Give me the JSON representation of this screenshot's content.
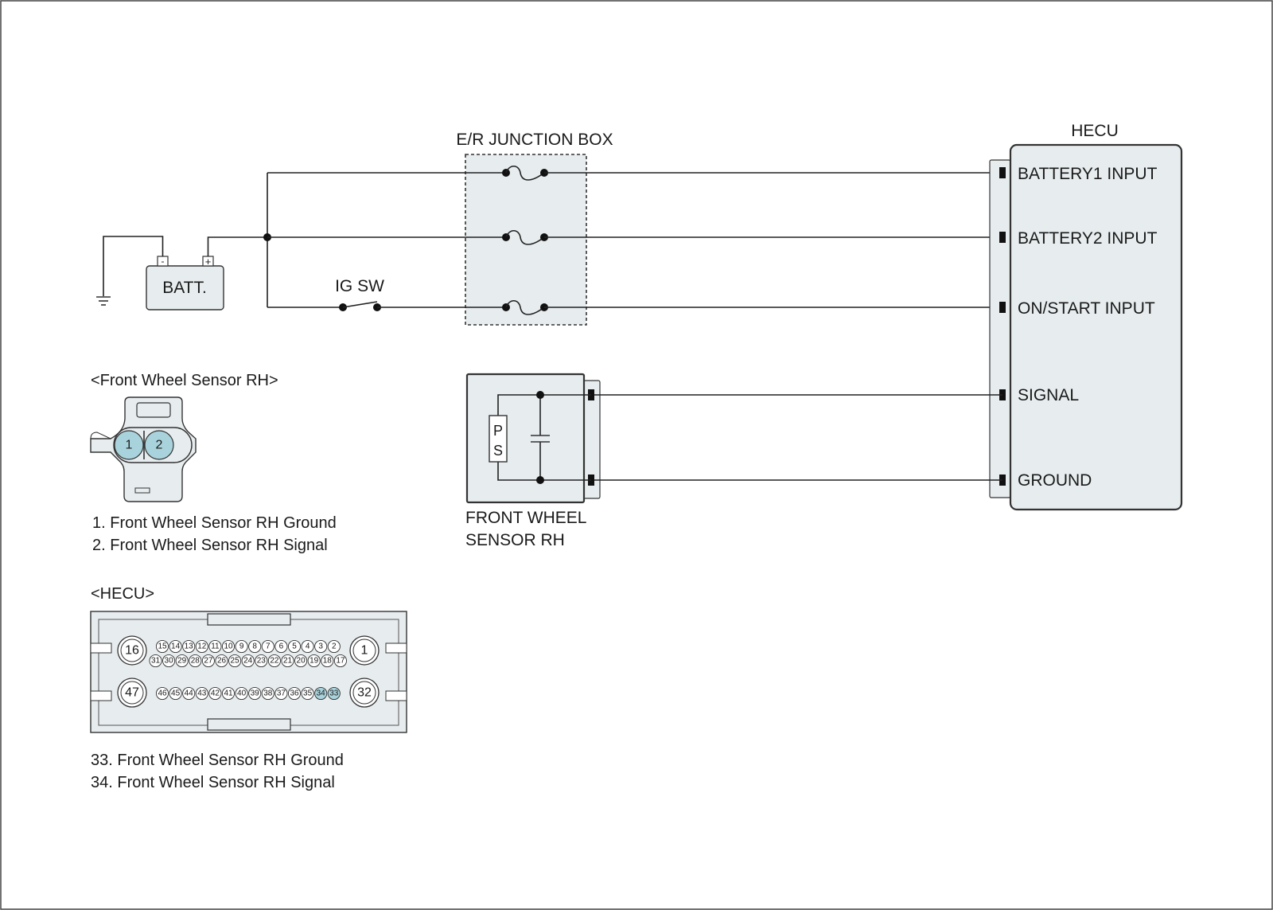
{
  "labels": {
    "junction_box": "E/R JUNCTION BOX",
    "hecu_title": "HECU",
    "batt": "BATT.",
    "batt_minus": "-",
    "batt_plus": "+",
    "ig_sw": "IG SW",
    "sensor_name_line1": "FRONT WHEEL",
    "sensor_name_line2": "SENSOR RH",
    "sensor_p": "P",
    "sensor_s": "S"
  },
  "hecu_pins": [
    "BATTERY1 INPUT",
    "BATTERY2 INPUT",
    "ON/START INPUT",
    "SIGNAL",
    "GROUND"
  ],
  "front_sensor_connector": {
    "title": "<Front Wheel Sensor RH>",
    "pins": [
      "1",
      "2"
    ],
    "legend": [
      "1. Front Wheel Sensor RH Ground",
      "2. Front Wheel Sensor RH Signal"
    ]
  },
  "hecu_connector": {
    "title": "<HECU>",
    "big_pins": [
      "16",
      "1",
      "47",
      "32"
    ],
    "row1": [
      "15",
      "14",
      "13",
      "12",
      "11",
      "10",
      "9",
      "8",
      "7",
      "6",
      "5",
      "4",
      "3",
      "2"
    ],
    "row2": [
      "31",
      "30",
      "29",
      "28",
      "27",
      "26",
      "25",
      "24",
      "23",
      "22",
      "21",
      "20",
      "19",
      "18",
      "17"
    ],
    "row3": [
      "46",
      "45",
      "44",
      "43",
      "42",
      "41",
      "40",
      "39",
      "38",
      "37",
      "36",
      "35",
      "34",
      "33"
    ],
    "highlighted": [
      "33",
      "34"
    ],
    "legend": [
      "33. Front Wheel Sensor RH Ground",
      "34. Front Wheel Sensor RH Signal"
    ]
  },
  "colors": {
    "fill": "#e7ecee",
    "highlight": "#a9d3dc",
    "line": "#222222"
  }
}
